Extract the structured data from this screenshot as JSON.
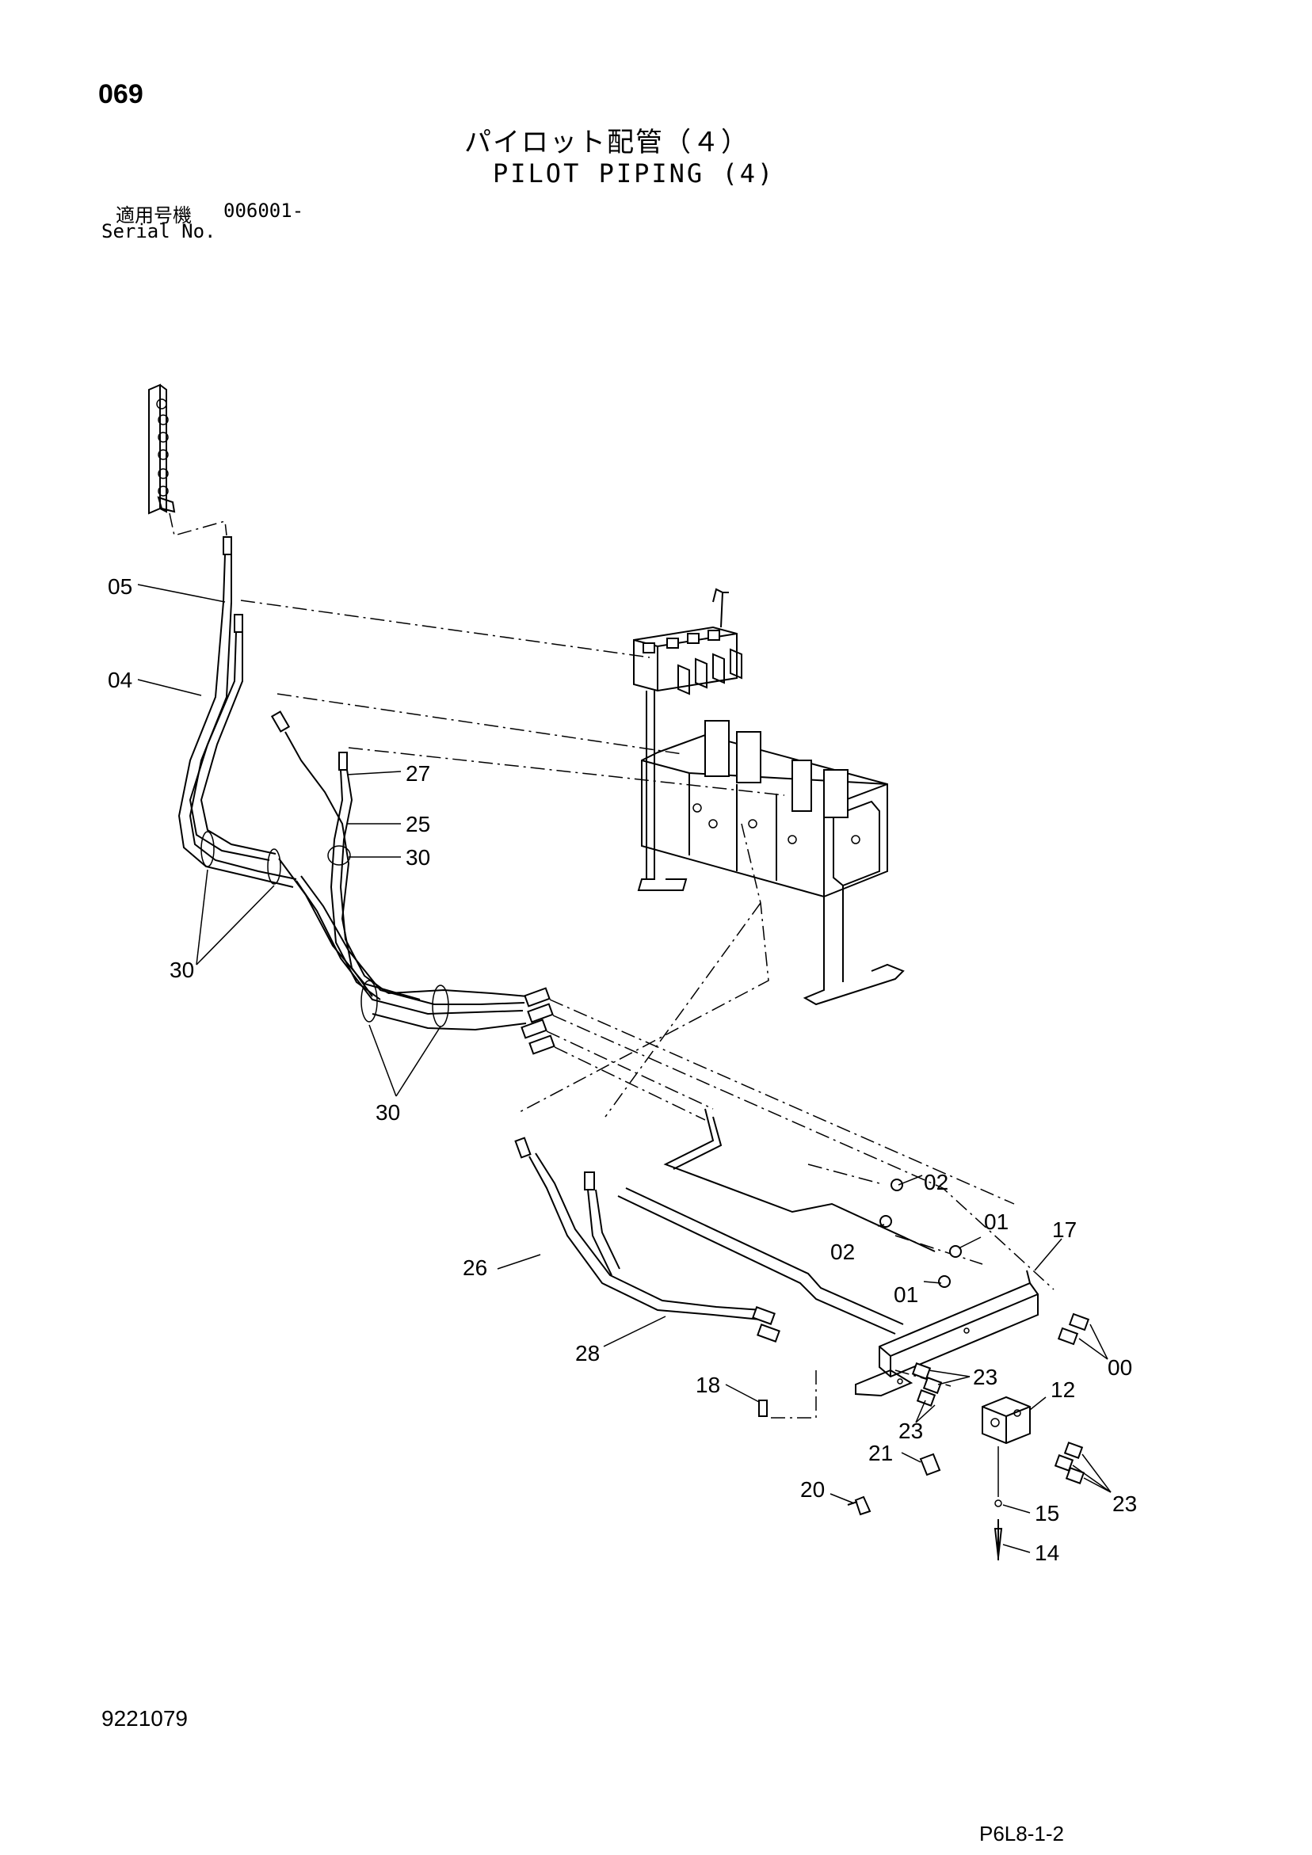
{
  "page_number": "069",
  "title_jp": "パイロット配管（４）",
  "title_en": "PILOT PIPING (4)",
  "serial": {
    "label_jp": "適用号機",
    "label_en": "Serial No.",
    "value": "006001-"
  },
  "document_number": "9221079",
  "drawing_code": "P6L8-1-2",
  "callouts": {
    "c05": "05",
    "c04": "04",
    "c27": "27",
    "c25": "25",
    "c30a": "30",
    "c30b": "30",
    "c30c": "30",
    "c02a": "02",
    "c02b": "02",
    "c01a": "01",
    "c01b": "01",
    "c17": "17",
    "c00": "00",
    "c26": "26",
    "c28": "28",
    "c18": "18",
    "c23a": "23",
    "c23b": "23",
    "c12": "12",
    "c21": "21",
    "c23c": "23",
    "c20": "20",
    "c15": "15",
    "c14": "14"
  }
}
